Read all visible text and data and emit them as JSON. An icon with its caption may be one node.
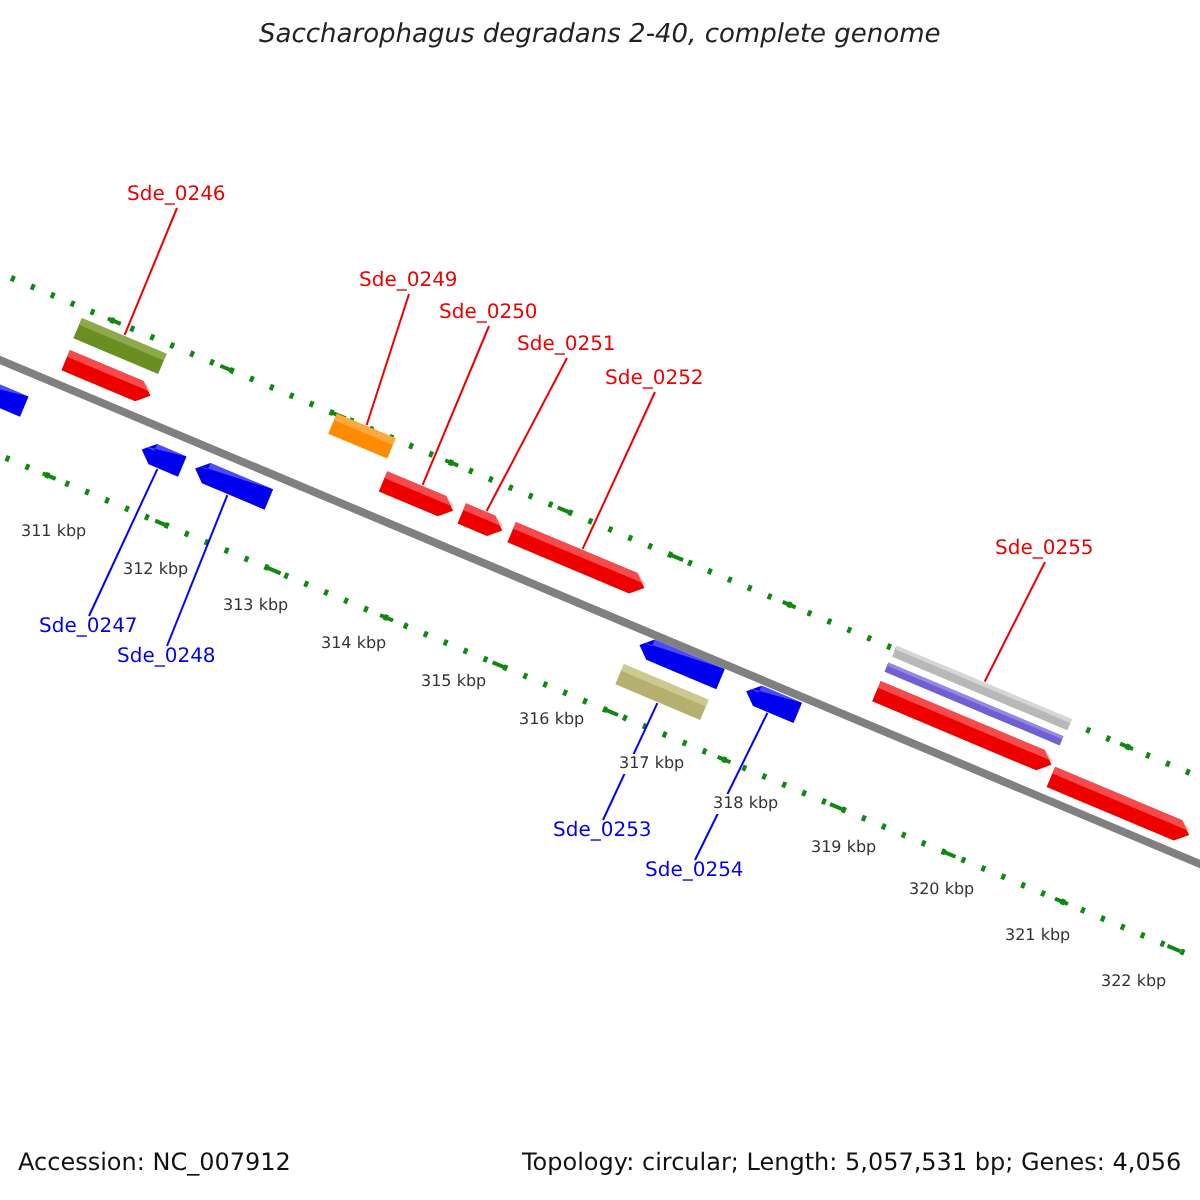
{
  "diagram": {
    "title": "Saccharophagus degradans 2-40, complete genome",
    "nodes": [
      {
        "text": [
          "Sde_0246"
        ]
      },
      {
        "text": [
          "Sde_0249"
        ]
      },
      {
        "text": [
          "Sde_0250"
        ]
      },
      {
        "text": [
          "Sde_0251"
        ]
      },
      {
        "text": [
          "Sde_0252"
        ]
      },
      {
        "text": [
          "Sde_0255"
        ]
      },
      {
        "text": [
          "Sde_0247"
        ]
      },
      {
        "text": [
          "Sde_0248"
        ]
      },
      {
        "text": [
          "Sde_0253"
        ]
      },
      {
        "text": [
          "Sde_0254"
        ]
      },
      {
        "text": [],
        "shape": "arrow"
      },
      {
        "text": [],
        "shape": "arrow"
      },
      {
        "text": [],
        "shape": "bar"
      },
      {
        "text": [],
        "shape": "arrow"
      },
      {
        "text": [],
        "shape": "arrow"
      },
      {
        "text": [],
        "shape": "bar"
      },
      {
        "text": [],
        "shape": "arrow"
      },
      {
        "text": [],
        "shape": "arrow"
      },
      {
        "text": [],
        "shape": "arrow"
      },
      {
        "text": [],
        "shape": "bar"
      },
      {
        "text": [],
        "shape": "arrow"
      },
      {
        "text": [],
        "shape": "arrow"
      },
      {
        "text": [],
        "shape": "arrow"
      },
      {
        "text": [],
        "shape": "bar"
      },
      {
        "text": [],
        "shape": "bar"
      },
      {
        "text": [],
        "shape": "arrow"
      }
    ],
    "edges": [
      {
        "from": 0,
        "to": 12,
        "arrow": "none"
      },
      {
        "from": 1,
        "to": 15,
        "arrow": "none"
      },
      {
        "from": 2,
        "to": 16,
        "arrow": "none"
      },
      {
        "from": 3,
        "to": 17,
        "arrow": "none"
      },
      {
        "from": 4,
        "to": 18,
        "arrow": "none"
      },
      {
        "from": 5,
        "to": 24,
        "arrow": "none"
      },
      {
        "from": 6,
        "to": 13,
        "arrow": "none",
        "color": "#0000ff"
      },
      {
        "from": 7,
        "to": 14,
        "arrow": "none",
        "color": "#0000ff"
      },
      {
        "from": 8,
        "to": 19,
        "arrow": "none",
        "color": "#0000ff"
      },
      {
        "from": 9,
        "to": 21,
        "arrow": "none",
        "color": "#0000ff"
      }
    ],
    "labels": [
      "311 kbp",
      "312 kbp",
      "313 kbp",
      "314 kbp",
      "315 kbp",
      "316 kbp",
      "317 kbp",
      "318 kbp",
      "319 kbp",
      "320 kbp",
      "321 kbp",
      "322 kbp",
      "Accession: NC_007912",
      "Topology: circular; Length: 5,057,531 bp; Genes: 4,056"
    ]
  }
}
